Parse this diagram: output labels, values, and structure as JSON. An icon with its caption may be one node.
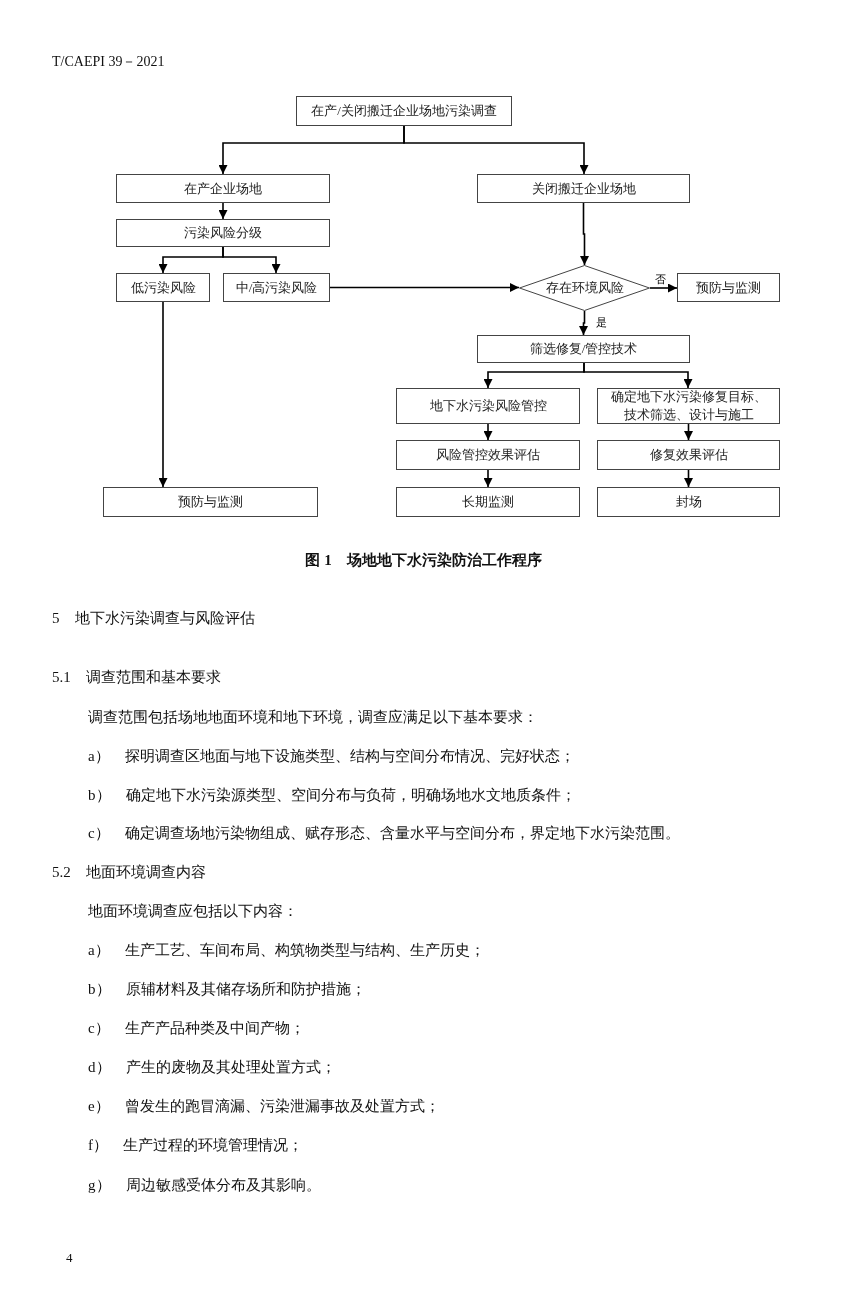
{
  "diagram": {
    "caption": "图 1　场地地下水污染防治工作程序",
    "nodes": [
      {
        "text": [
          "在产/关闭搬迁企业场地污染调查"
        ]
      },
      {
        "text": [
          "在产企业场地"
        ]
      },
      {
        "text": [
          "关闭搬迁企业场地"
        ]
      },
      {
        "text": [
          "污染风险分级"
        ]
      },
      {
        "text": [
          "低污染风险"
        ]
      },
      {
        "text": [
          "中/高污染风险"
        ]
      },
      {
        "text": [
          "存在环境风险"
        ]
      },
      {
        "text": [
          "预防与监测"
        ]
      },
      {
        "text": [
          "筛选修复/管控技术"
        ]
      },
      {
        "text": [
          "地下水污染风险管控"
        ]
      },
      {
        "text": [
          "确定地下水污染修复目标、技术筛选、设计与施工"
        ]
      },
      {
        "text": [
          "风险管控效果评估"
        ]
      },
      {
        "text": [
          "修复效果评估"
        ]
      },
      {
        "text": [
          "预防与监测"
        ]
      },
      {
        "text": [
          "长期监测"
        ]
      },
      {
        "text": [
          "封场"
        ]
      }
    ],
    "edges": [
      {
        "from": 0,
        "to": 1,
        "arrow": "to"
      },
      {
        "from": 0,
        "to": 2,
        "arrow": "to"
      },
      {
        "from": 1,
        "to": 3,
        "arrow": "to"
      },
      {
        "from": 3,
        "to": 4,
        "arrow": "to"
      },
      {
        "from": 3,
        "to": 5,
        "arrow": "to"
      },
      {
        "from": 5,
        "to": 6,
        "arrow": "to"
      },
      {
        "from": 2,
        "to": 6,
        "arrow": "to"
      },
      {
        "from": 6,
        "to": 7,
        "arrow": "to",
        "label": "否"
      },
      {
        "from": 6,
        "to": 8,
        "arrow": "to",
        "label": "是"
      },
      {
        "from": 8,
        "to": 9,
        "arrow": "to"
      },
      {
        "from": 8,
        "to": 10,
        "arrow": "to"
      },
      {
        "from": 9,
        "to": 11,
        "arrow": "to"
      },
      {
        "from": 11,
        "to": 14,
        "arrow": "to"
      },
      {
        "from": 10,
        "to": 12,
        "arrow": "to"
      },
      {
        "from": 12,
        "to": 15,
        "arrow": "to"
      },
      {
        "from": 4,
        "to": 13,
        "arrow": "to"
      }
    ],
    "labels": [
      "T/CAEPI 39－2021",
      "5　地下水污染调查与风险评估",
      "5.1　调查范围和基本要求",
      "调查范围包括场地地面环境和地下环境，调查应满足以下基本要求：",
      "a）　探明调查区地面与地下设施类型、结构与空间分布情况、完好状态；",
      "b）　确定地下水污染源类型、空间分布与负荷，明确场地水文地质条件；",
      "c）　确定调查场地污染物组成、赋存形态、含量水平与空间分布，界定地下水污染范围。",
      "5.2　地面环境调查内容",
      "地面环境调查应包括以下内容：",
      "a）　生产工艺、车间布局、构筑物类型与结构、生产历史；",
      "b）　原辅材料及其储存场所和防护措施；",
      "c）　生产产品种类及中间产物；",
      "d）　产生的废物及其处理处置方式；",
      "e）　曾发生的跑冒滴漏、污染泄漏事故及处置方式；",
      "f）　生产过程的环境管理情况；",
      "g）　周边敏感受体分布及其影响。",
      "4"
    ]
  }
}
